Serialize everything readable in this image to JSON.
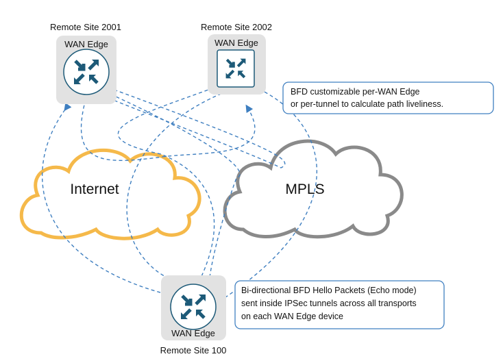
{
  "sites": [
    {
      "name": "Remote Site 2001",
      "device": "WAN Edge",
      "icon": "router-circle-icon"
    },
    {
      "name": "Remote Site 2002",
      "device": "WAN Edge",
      "icon": "router-square-icon"
    },
    {
      "name": "Remote Site 100",
      "device": "WAN Edge",
      "icon": "router-circle-icon"
    }
  ],
  "clouds": [
    {
      "label": "Internet",
      "color": "#f5b94a"
    },
    {
      "label": "MPLS",
      "color": "#8a8a8a"
    }
  ],
  "callouts": [
    {
      "lines": [
        "BFD customizable per-WAN Edge",
        "or per-tunnel to calculate path liveliness."
      ]
    },
    {
      "lines": [
        "Bi-directional BFD Hello Packets (Echo mode)",
        "sent inside IPSec tunnels across all transports",
        "on each WAN Edge device"
      ]
    }
  ],
  "colors": {
    "tunnel": "#3f7fc0",
    "icon": "#1d5a78",
    "box": "#e2e2e2",
    "callout_border": "#3f7fc0"
  }
}
